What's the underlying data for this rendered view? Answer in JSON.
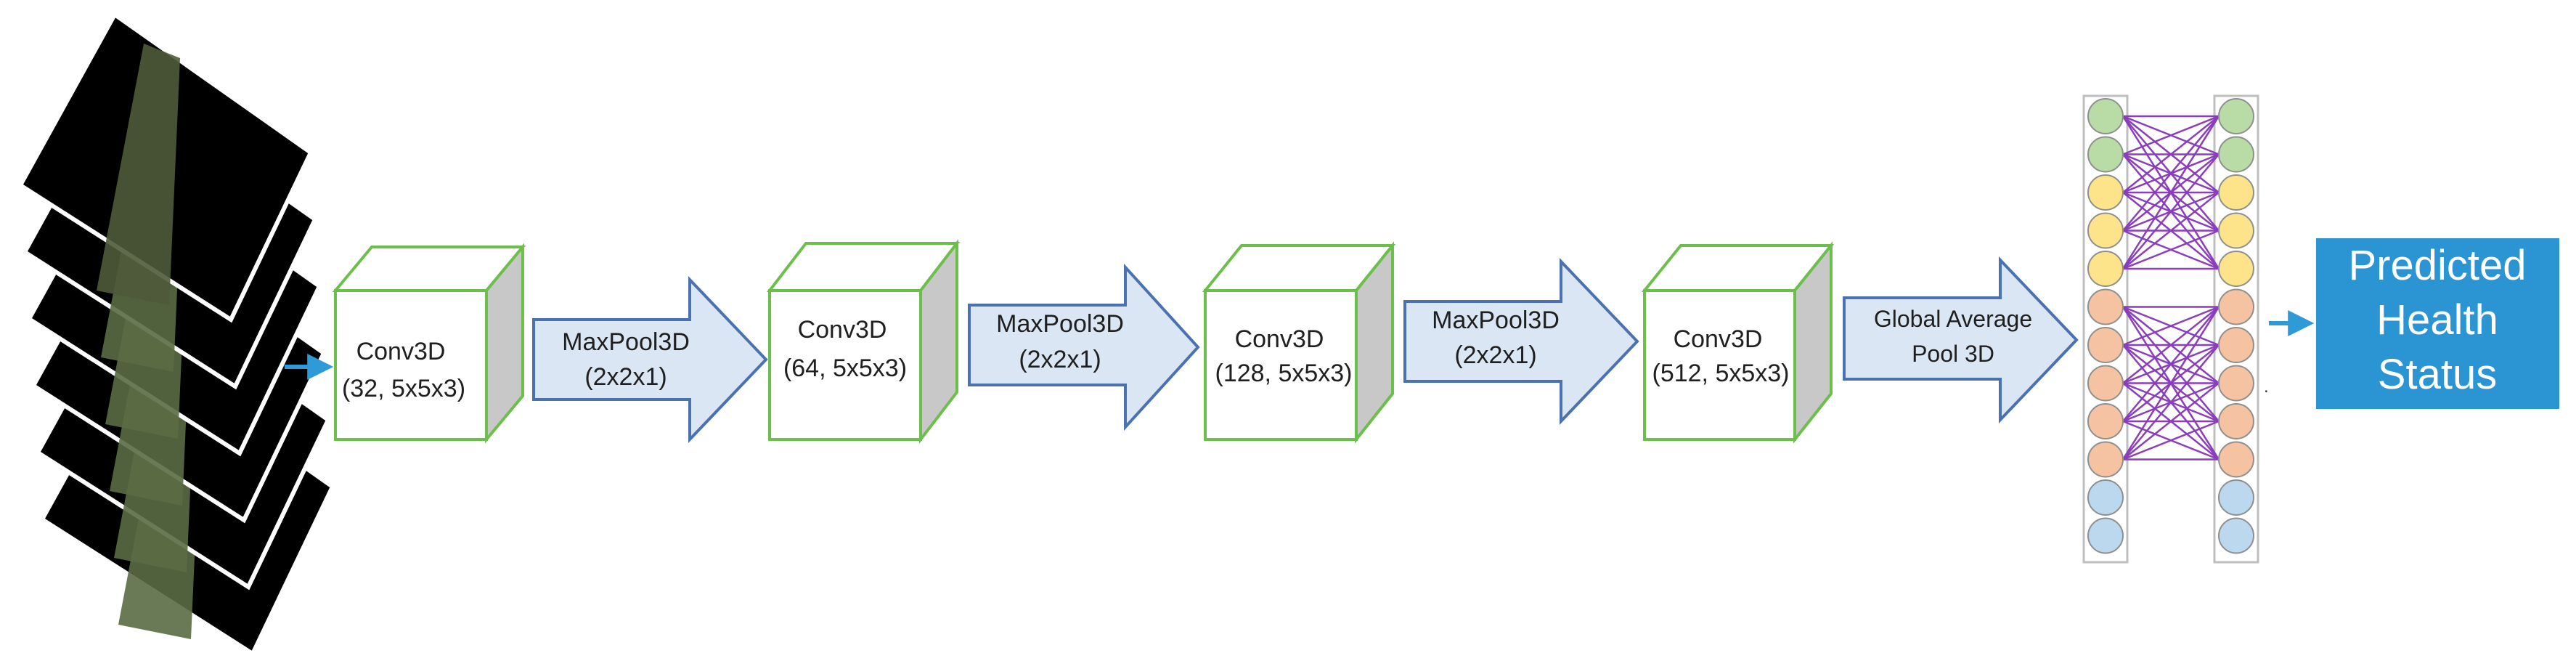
{
  "colors": {
    "cube_edge": "#6cbf4a",
    "cube_side": "#c8c8c8",
    "arrow_fill": "#dbe6f4",
    "arrow_stroke": "#4a72b0",
    "small_arrow": "#2f9ad8",
    "output_box": "#2b95d3",
    "output_text": "#ffffff",
    "node_green": "#b9dca7",
    "node_yellow": "#fde48a",
    "node_orange": "#f6c3a2",
    "node_blue": "#bcd8ef",
    "edge_purple": "#8a3dbd",
    "panel_border": "#bfbfbf"
  },
  "input": {
    "frame_count": 6,
    "description_icon": "hyperspectral-image-stack-icon"
  },
  "layers": [
    {
      "name": "Conv3D",
      "params": "(32, 5x5x3)"
    },
    {
      "name": "Conv3D",
      "params": "(64, 5x5x3)"
    },
    {
      "name": "Conv3D",
      "params": "(128, 5x5x3)"
    },
    {
      "name": "Conv3D",
      "params": "(512, 5x5x3)"
    }
  ],
  "pools": [
    {
      "line1": "MaxPool3D",
      "line2": "(2x2x1)"
    },
    {
      "line1": "MaxPool3D",
      "line2": "(2x2x1)"
    },
    {
      "line1": "MaxPool3D",
      "line2": "(2x2x1)"
    },
    {
      "line1": "Global Average",
      "line2": "Pool 3D"
    }
  ],
  "dense": {
    "node_colors": [
      "green",
      "green",
      "yellow",
      "yellow",
      "yellow",
      "orange",
      "orange",
      "orange",
      "orange",
      "orange",
      "blue",
      "blue"
    ],
    "groups": [
      [
        0,
        5
      ],
      [
        5,
        10
      ]
    ]
  },
  "output": {
    "line1": "Predicted",
    "line2": "Health",
    "line3": "Status"
  }
}
